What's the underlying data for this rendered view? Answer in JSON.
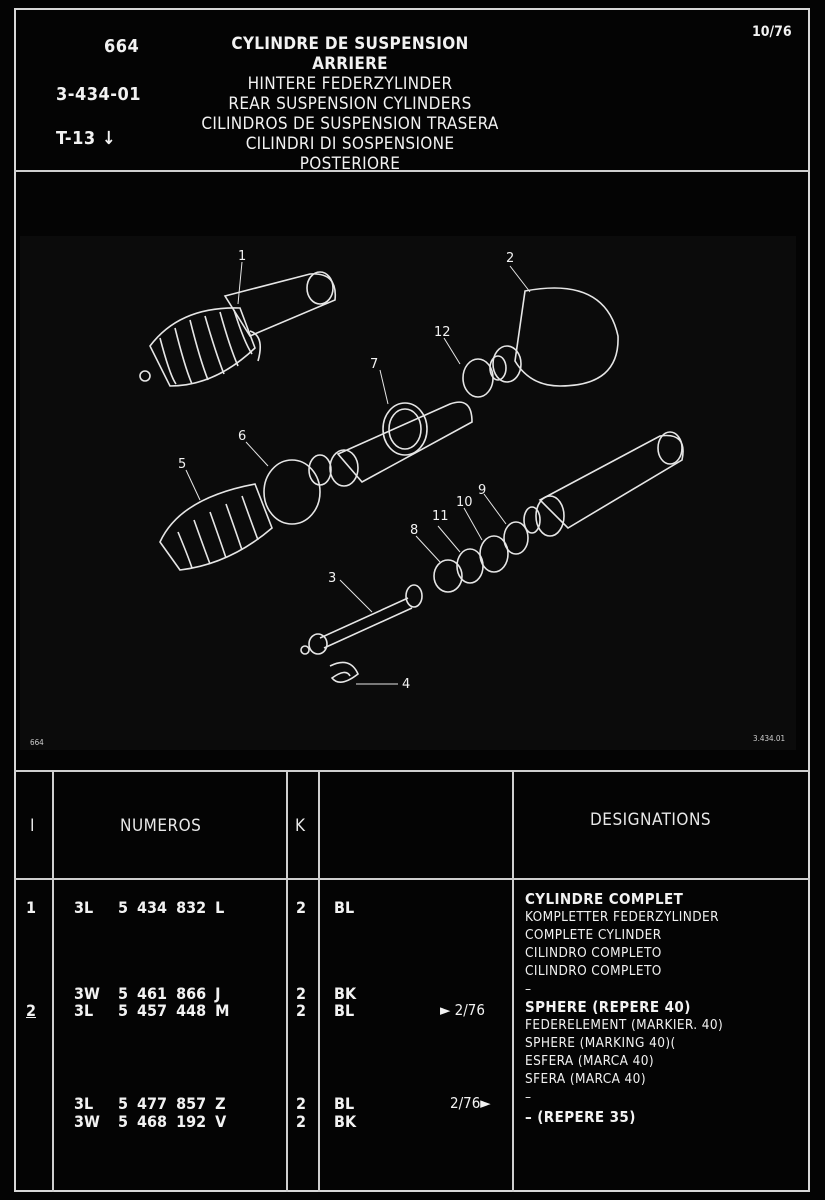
{
  "header": {
    "code": "664",
    "ref": "3-434-01",
    "section": "T-13",
    "section_arrow": "↓",
    "date": "10/76",
    "titles": [
      "CYLINDRE DE SUSPENSION ARRIERE",
      "HINTERE FEDERZYLINDER",
      "REAR SUSPENSION CYLINDERS",
      "CILINDROS DE SUSPENSION TRASERA",
      "CILINDRI DI SOSPENSIONE POSTERIORE"
    ]
  },
  "diagram": {
    "callouts": [
      "1",
      "2",
      "3",
      "4",
      "5",
      "6",
      "7",
      "8",
      "9",
      "10",
      "11",
      "12"
    ],
    "footer_left": "664",
    "footer_right": "3.434.01"
  },
  "table": {
    "headers": {
      "index": "I",
      "numeros": "NUMEROS",
      "k": "K",
      "designations": "DESIGNATIONS"
    },
    "rows": [
      {
        "index": "1",
        "prefix": "3L",
        "number": "5 434 832 L",
        "k": "2",
        "code": "BL",
        "note": ""
      },
      {
        "index": "",
        "prefix": "3W",
        "number": "5 461 866 J",
        "k": "2",
        "code": "BK",
        "note": ""
      },
      {
        "index": "2",
        "prefix": "3L",
        "number": "5 457 448 M",
        "k": "2",
        "code": "BL",
        "note": "► 2/76"
      },
      {
        "index": "",
        "prefix": "3L",
        "number": "5 477 857 Z",
        "k": "2",
        "code": "BL",
        "note": "2/76►"
      },
      {
        "index": "",
        "prefix": "3W",
        "number": "5 468 192 V",
        "k": "2",
        "code": "BK",
        "note": ""
      }
    ],
    "designations": {
      "group1": [
        "CYLINDRE COMPLET",
        "KOMPLETTER FEDERZYLINDER",
        "COMPLETE CYLINDER",
        "CILINDRO COMPLETO",
        "CILINDRO COMPLETO",
        "–"
      ],
      "group2": [
        "SPHERE (REPERE 40)",
        "FEDERELEMENT (MARKIER. 40)",
        "SPHERE (MARKING 40)(",
        "ESFERA (MARCA 40)",
        "SFERA (MARCA 40)",
        "–"
      ],
      "group3": [
        "– (REPERE 35)"
      ]
    }
  },
  "colors": {
    "background": "#040404",
    "ink": "#f2f2f2",
    "rule": "#cfcfcf"
  }
}
